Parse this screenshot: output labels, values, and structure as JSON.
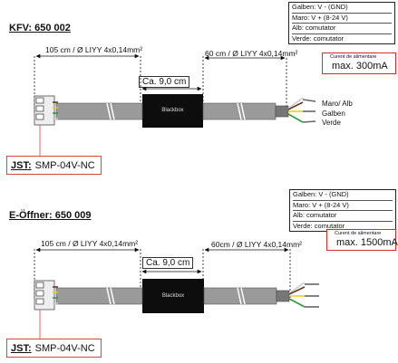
{
  "section1": {
    "title": "KFV: 650 002",
    "legend": [
      "Galben: V - (GND)",
      "Maro: V + (8-24 V)",
      "Alb: comutator",
      "Verde: comutator"
    ],
    "current_label": "Curent de alimentare",
    "current_value": "max. 300mA",
    "dim_left": "105 cm / Ø LIYY 4x0,14mm²",
    "dim_right": "60 cm / Ø LIYY 4x0,14mm²",
    "dim_center": "Ca. 9,0 cm",
    "box_label": "Blackbox",
    "wires": [
      "Maro/ Alb",
      "Galben",
      "Verde"
    ],
    "jst_prefix": "JST:",
    "jst_model": "SMP-04V-NC"
  },
  "section2": {
    "title": "E-Öffner: 650 009",
    "legend": [
      "Galben: V - (GND)",
      "Maro: V + (8-24 V)",
      "Alb: comutator",
      "Verde: comutator"
    ],
    "current_label": "Curent de alimentare",
    "current_value": "max. 1500mA",
    "dim_left": "105 cm / Ø LIYY 4x0,14mm²",
    "dim_right": "60cm / Ø LIYY 4x0,14mm²",
    "dim_center": "Ca. 9,0 cm",
    "box_label": "Blackbox",
    "jst_prefix": "JST:",
    "jst_model": "SMP-04V-NC"
  },
  "colors": {
    "box": "#0d0d0d",
    "cable": "#9a9a9a",
    "accent_red": "#d8453a",
    "wire_brown": "#6b3a1e",
    "wire_yellow": "#e6d21c",
    "wire_green": "#2f9a3a",
    "wire_white": "#ffffff"
  }
}
